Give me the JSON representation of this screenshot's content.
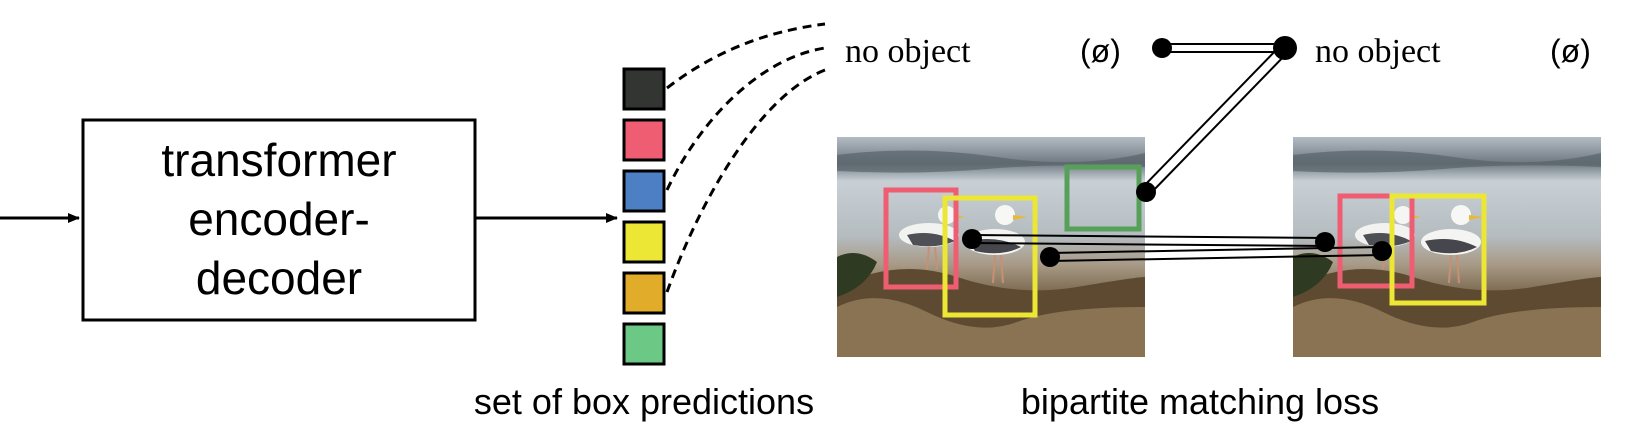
{
  "block": {
    "line1": "transformer",
    "line2": "encoder-",
    "line3": "decoder"
  },
  "predictions_caption": "set of box predictions",
  "matching_caption": "bipartite matching loss",
  "no_object": {
    "left_label": "no object",
    "left_symbol": "(ø)",
    "right_label": "no object",
    "right_symbol": "(ø)"
  },
  "colors": {
    "pred_dark": "#333533",
    "pred_red": "#ee5d72",
    "pred_blue": "#4d7fc4",
    "pred_yellow": "#ece635",
    "pred_orange": "#e0ac2a",
    "pred_green": "#6cc885",
    "box_red": "#ee5d72",
    "box_yellow": "#ece635",
    "box_green": "#56a05a"
  },
  "prediction_boxes": [
    "pred_dark",
    "pred_red",
    "pred_blue",
    "pred_yellow",
    "pred_orange",
    "pred_green"
  ]
}
